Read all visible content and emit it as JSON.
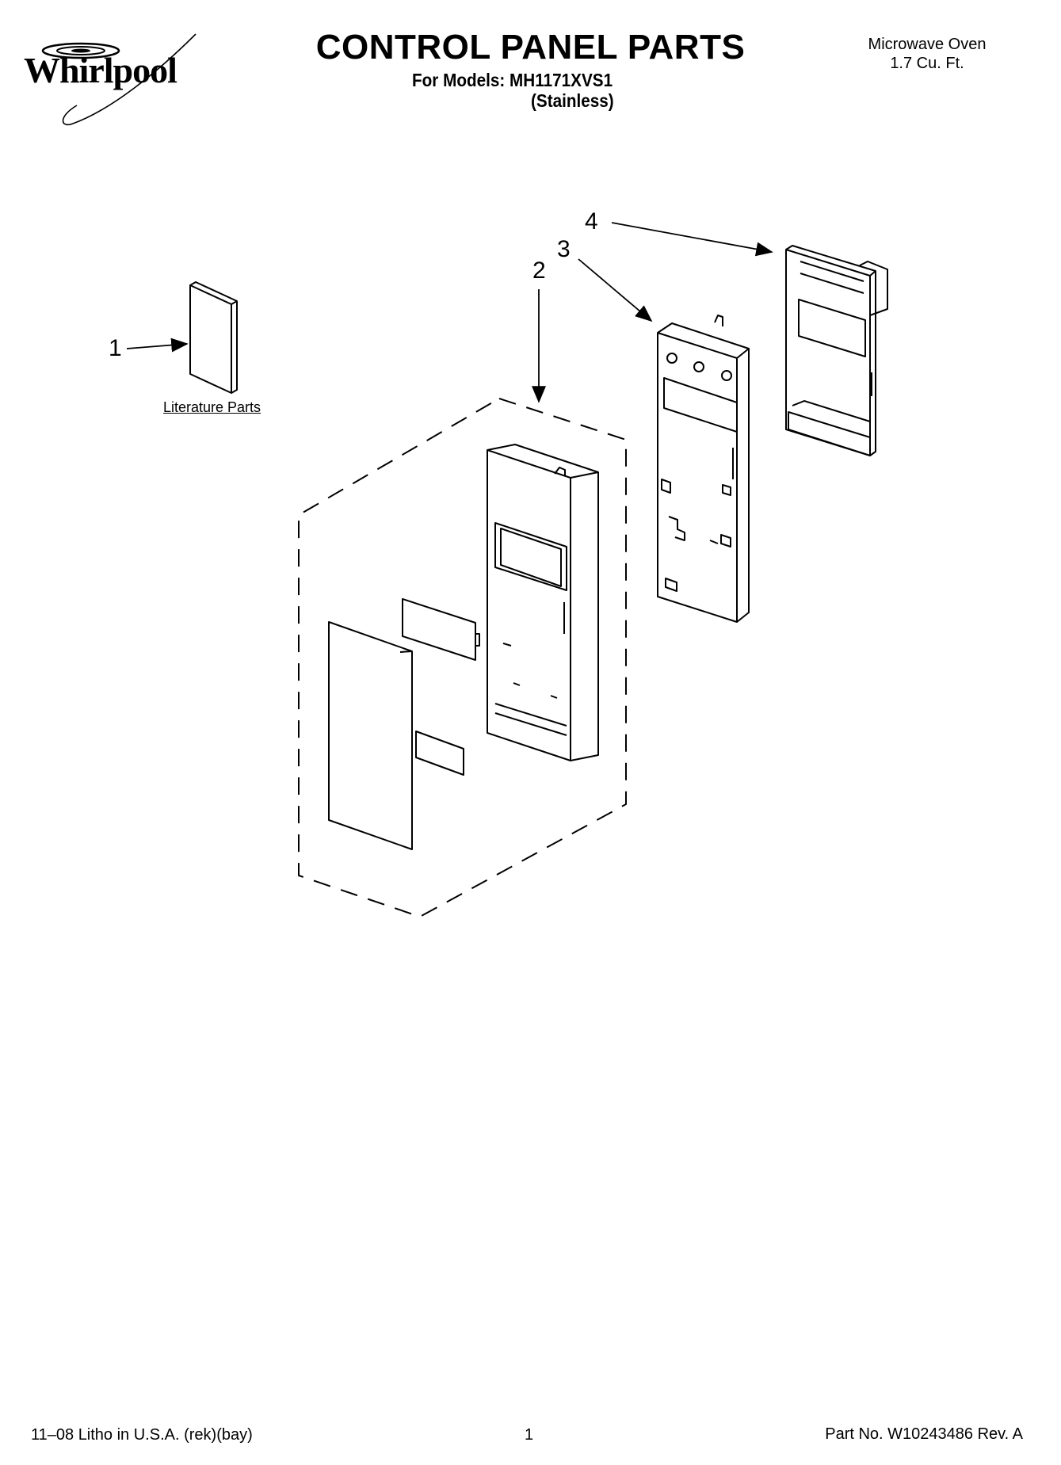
{
  "brand": {
    "name": "Whirlpool"
  },
  "header": {
    "title": "CONTROL PANEL PARTS",
    "models_line": "For Models: MH1171XVS1",
    "variant": "(Stainless)",
    "product_lines": [
      "Microwave Oven",
      "1.7 Cu. Ft."
    ]
  },
  "callouts": [
    "1",
    "2",
    "3",
    "4"
  ],
  "literature_label": "Literature Parts",
  "footer": {
    "left": "11–08 Litho in U.S.A. (rek)(bay)",
    "page": "1",
    "right": "Part No. W10243486 Rev. A"
  }
}
